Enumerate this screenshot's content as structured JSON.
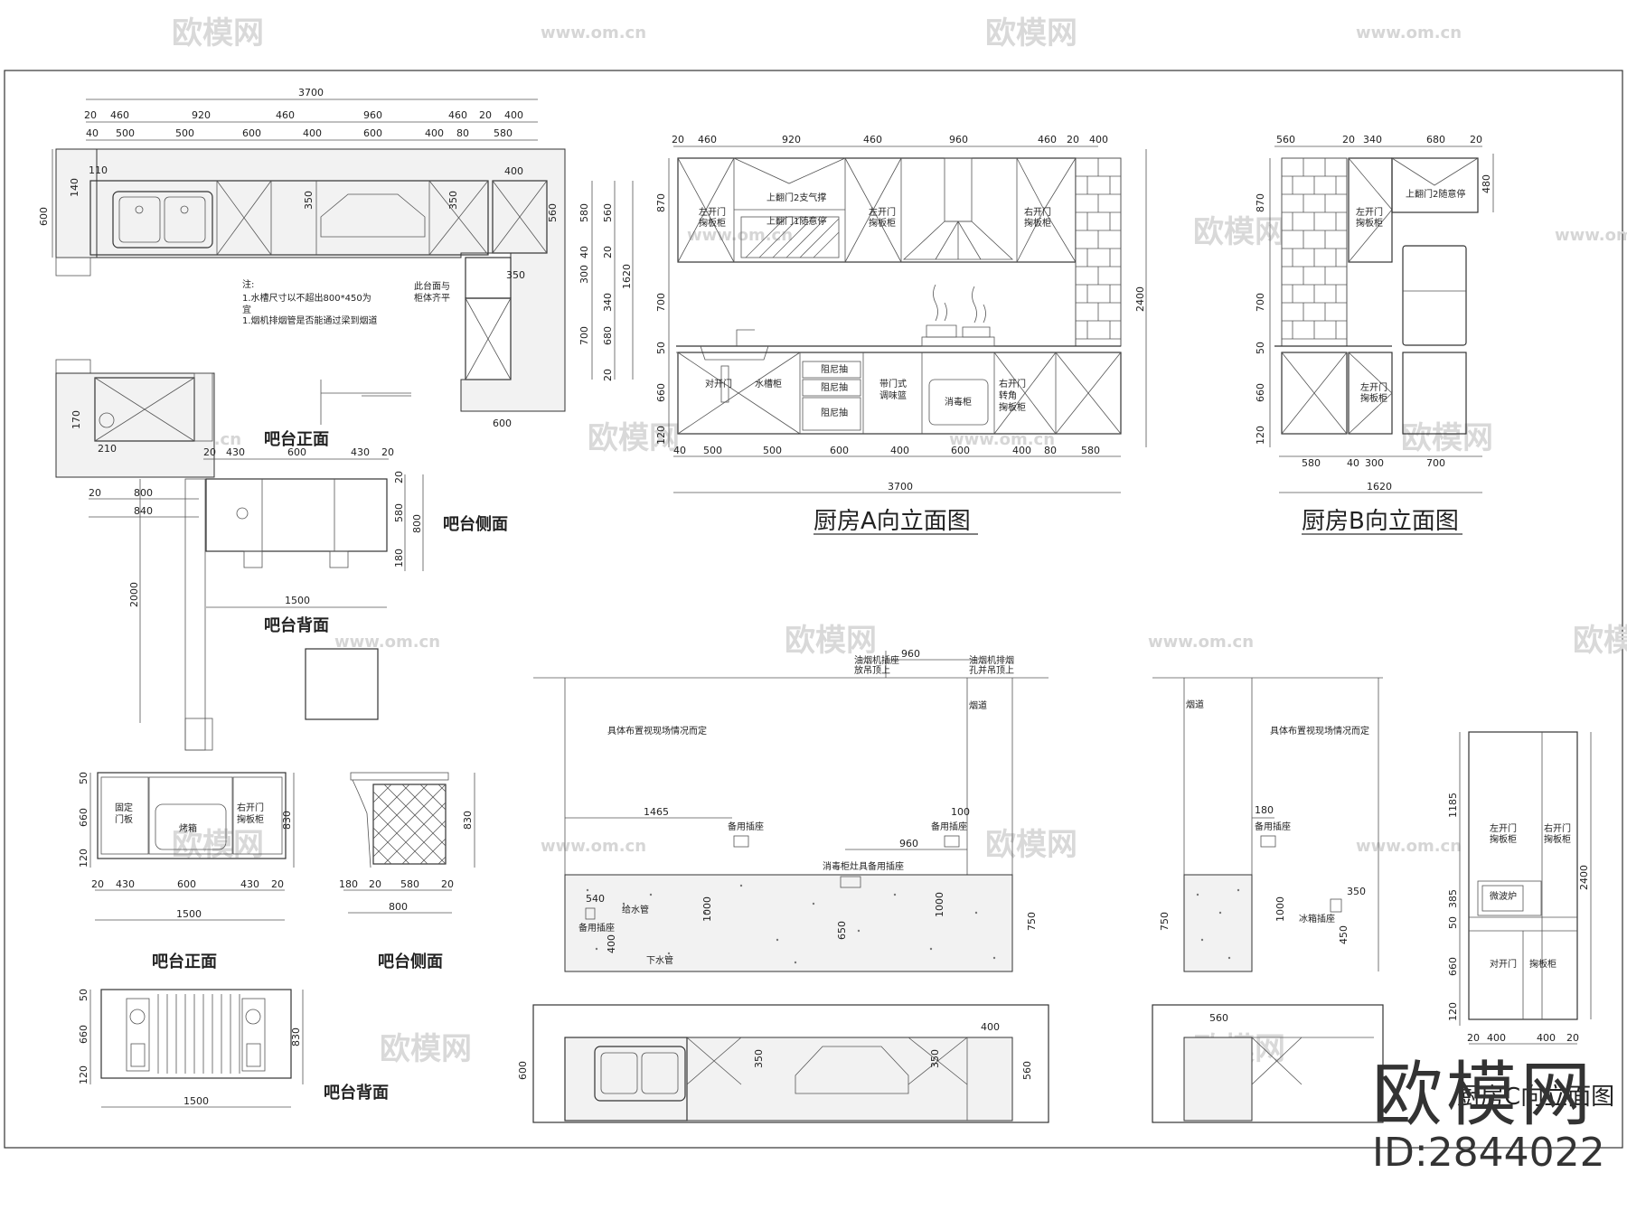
{
  "titles": {
    "kitchen_a": "厨房A向立面图",
    "kitchen_b": "厨房B向立面图",
    "bar_front_top": "吧台正面",
    "bar_side_top": "吧台侧面",
    "bar_back_top": "吧台背面",
    "bar_front_bottom": "吧台正面",
    "bar_side_bottom": "吧台侧面",
    "bar_back_bottom": "吧台背面",
    "partial_c": "厨房C向立面图"
  },
  "watermark": {
    "brand": "欧模网",
    "url": "www.om.cn"
  },
  "brand_logo": {
    "name": "欧模网",
    "id": "ID:2844022"
  },
  "plan": {
    "notes": [
      "注:",
      "1.水槽尺寸以不超出800*450为",
      "宜",
      "1.烟机排烟管是否能通过梁到烟道"
    ],
    "side_note": [
      "此台面与",
      "柜体齐平"
    ],
    "top_total": "3700",
    "dims_row1": [
      "20",
      "460",
      "920",
      "460",
      "960",
      "460",
      "20",
      "400"
    ],
    "dims_row2": [
      "40",
      "500",
      "500",
      "600",
      "400",
      "600",
      "400",
      "80",
      "580"
    ],
    "left_dims": [
      "140",
      "600"
    ],
    "right_dims": [
      "560",
      "580",
      "560",
      "40",
      "20",
      "300",
      "340",
      "1620",
      "700",
      "680",
      "20"
    ],
    "misc": [
      "110",
      "350",
      "350",
      "400",
      "350",
      "170",
      "210",
      "600"
    ]
  },
  "elev_a": {
    "top_dims": [
      "20",
      "460",
      "920",
      "460",
      "960",
      "460",
      "20",
      "400"
    ],
    "bottom_dims": [
      "40",
      "500",
      "500",
      "600",
      "400",
      "600",
      "400",
      "80",
      "580"
    ],
    "total": "3700",
    "left_dims": [
      "870",
      "700",
      "50",
      "660",
      "120"
    ],
    "right_dim": "2400",
    "labels_upper": [
      "左开门",
      "掬板柜",
      "上翻门2支气撑",
      "上翻门1随意停",
      "左开门",
      "掬板柜",
      "右开门",
      "掬板柜"
    ],
    "labels_lower": [
      "对开门",
      "水槽柜",
      "阻尼抽",
      "阻尼抽",
      "阻尼抽",
      "带门式",
      "调味篮",
      "消毒柜",
      "右开门",
      "转角",
      "掬板柜"
    ]
  },
  "elev_b": {
    "top_dims": [
      "560",
      "20",
      "340",
      "680",
      "20"
    ],
    "right_dim": "480",
    "left_dims": [
      "870",
      "700",
      "50",
      "660",
      "120"
    ],
    "bottom_dims": [
      "580",
      "40",
      "300",
      "700"
    ],
    "total": "1620",
    "labels": [
      "左开门",
      "掬板柜",
      "上翻门2随意停",
      "左开门",
      "掬板柜"
    ]
  },
  "bar_top": {
    "top_dims": [
      "20",
      "430",
      "600",
      "430",
      "20"
    ],
    "left_dims": [
      "20",
      "800",
      "840"
    ],
    "side_dims": [
      "580",
      "800",
      "180",
      "20"
    ],
    "long_dim": "2000",
    "bottom_dim": "1500"
  },
  "bar_front": {
    "left_dims": [
      "50",
      "660",
      "120"
    ],
    "right_dim": "830",
    "bottom_dims": [
      "20",
      "430",
      "600",
      "430",
      "20"
    ],
    "total": "1500",
    "labels": [
      "固定",
      "门板",
      "烤箱",
      "右开门",
      "掬板柜"
    ]
  },
  "bar_side": {
    "right_dim": "830",
    "bottom_dims": [
      "180",
      "20",
      "580",
      "20"
    ],
    "total": "800"
  },
  "bar_back": {
    "left_dims": [
      "50",
      "660",
      "120"
    ],
    "right_dim": "830",
    "total": "1500"
  },
  "wall_a": {
    "top_dim": "960",
    "labels": [
      "油烟机插座",
      "放吊顶上",
      "油烟机排烟",
      "孔并吊顶上",
      "烟道",
      "具体布置视现场情况而定",
      "备用插座",
      "备用插座",
      "消毒柜灶具备用插座",
      "给水管",
      "备用插座",
      "下水管"
    ],
    "dims": [
      "1465",
      "100",
      "960",
      "540",
      "1000",
      "650",
      "1000",
      "750",
      "400"
    ]
  },
  "wall_b": {
    "labels": [
      "烟道",
      "具体布置视现场情况而定",
      "备用插座",
      "冰箱插座"
    ],
    "dims": [
      "180",
      "350",
      "1000",
      "450",
      "750"
    ]
  },
  "plan_partial": {
    "dims": [
      "600",
      "350",
      "350",
      "400",
      "560",
      "560"
    ]
  },
  "tall_unit": {
    "left_dims": [
      "1185",
      "385",
      "50",
      "660",
      "120"
    ],
    "right_dim": "2400",
    "bottom_dims": [
      "20",
      "400",
      "400",
      "20"
    ],
    "labels": [
      "左开门",
      "掬板柜",
      "右开门",
      "掬板柜",
      "微波炉",
      "对开门",
      "掬板柜"
    ]
  }
}
